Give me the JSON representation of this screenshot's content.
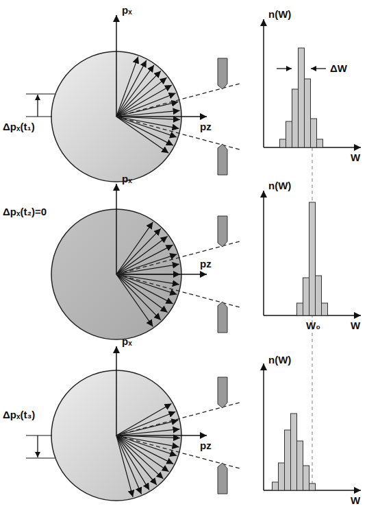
{
  "diagram": {
    "labels": [
      "pₓ",
      "Δpₓ(t₁)",
      "pz",
      "n(W)",
      "ΔW",
      "W",
      "pₓ",
      "Δpₓ(t₂)=0",
      "pz",
      "n(W)",
      "W₀",
      "W",
      "pₓ",
      "Δpₓ(t₃)",
      "pz",
      "n(W)",
      "W"
    ]
  }
}
